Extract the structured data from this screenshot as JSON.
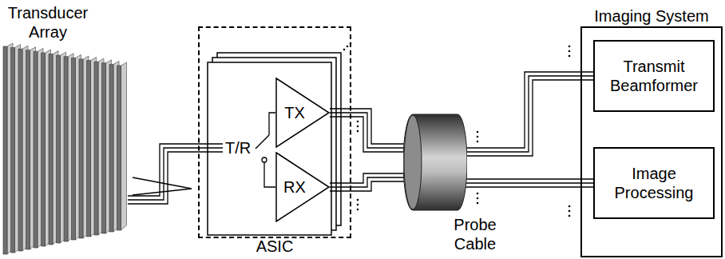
{
  "diagram": {
    "nodes": [
      {
        "text": [
          "Transducer Array"
        ]
      },
      {
        "text": [
          "ASIC"
        ]
      },
      {
        "text": [
          "TX"
        ],
        "in": 1
      },
      {
        "text": [
          "RX"
        ],
        "in": 1
      },
      {
        "text": [
          "Probe Cable"
        ]
      },
      {
        "text": [
          "Imaging System"
        ]
      },
      {
        "text": [
          "Transmit Beamformer"
        ],
        "in": 5
      },
      {
        "text": [
          "Image Processing"
        ],
        "in": 5
      }
    ],
    "edges": [
      {
        "from": 0,
        "to": 1,
        "arrow": "none"
      },
      {
        "from": 2,
        "to": 4,
        "arrow": "none"
      },
      {
        "from": 3,
        "to": 4,
        "arrow": "none"
      },
      {
        "from": 4,
        "to": 6,
        "arrow": "none"
      },
      {
        "from": 4,
        "to": 7,
        "arrow": "none"
      }
    ],
    "labels": [
      "T/R"
    ]
  }
}
